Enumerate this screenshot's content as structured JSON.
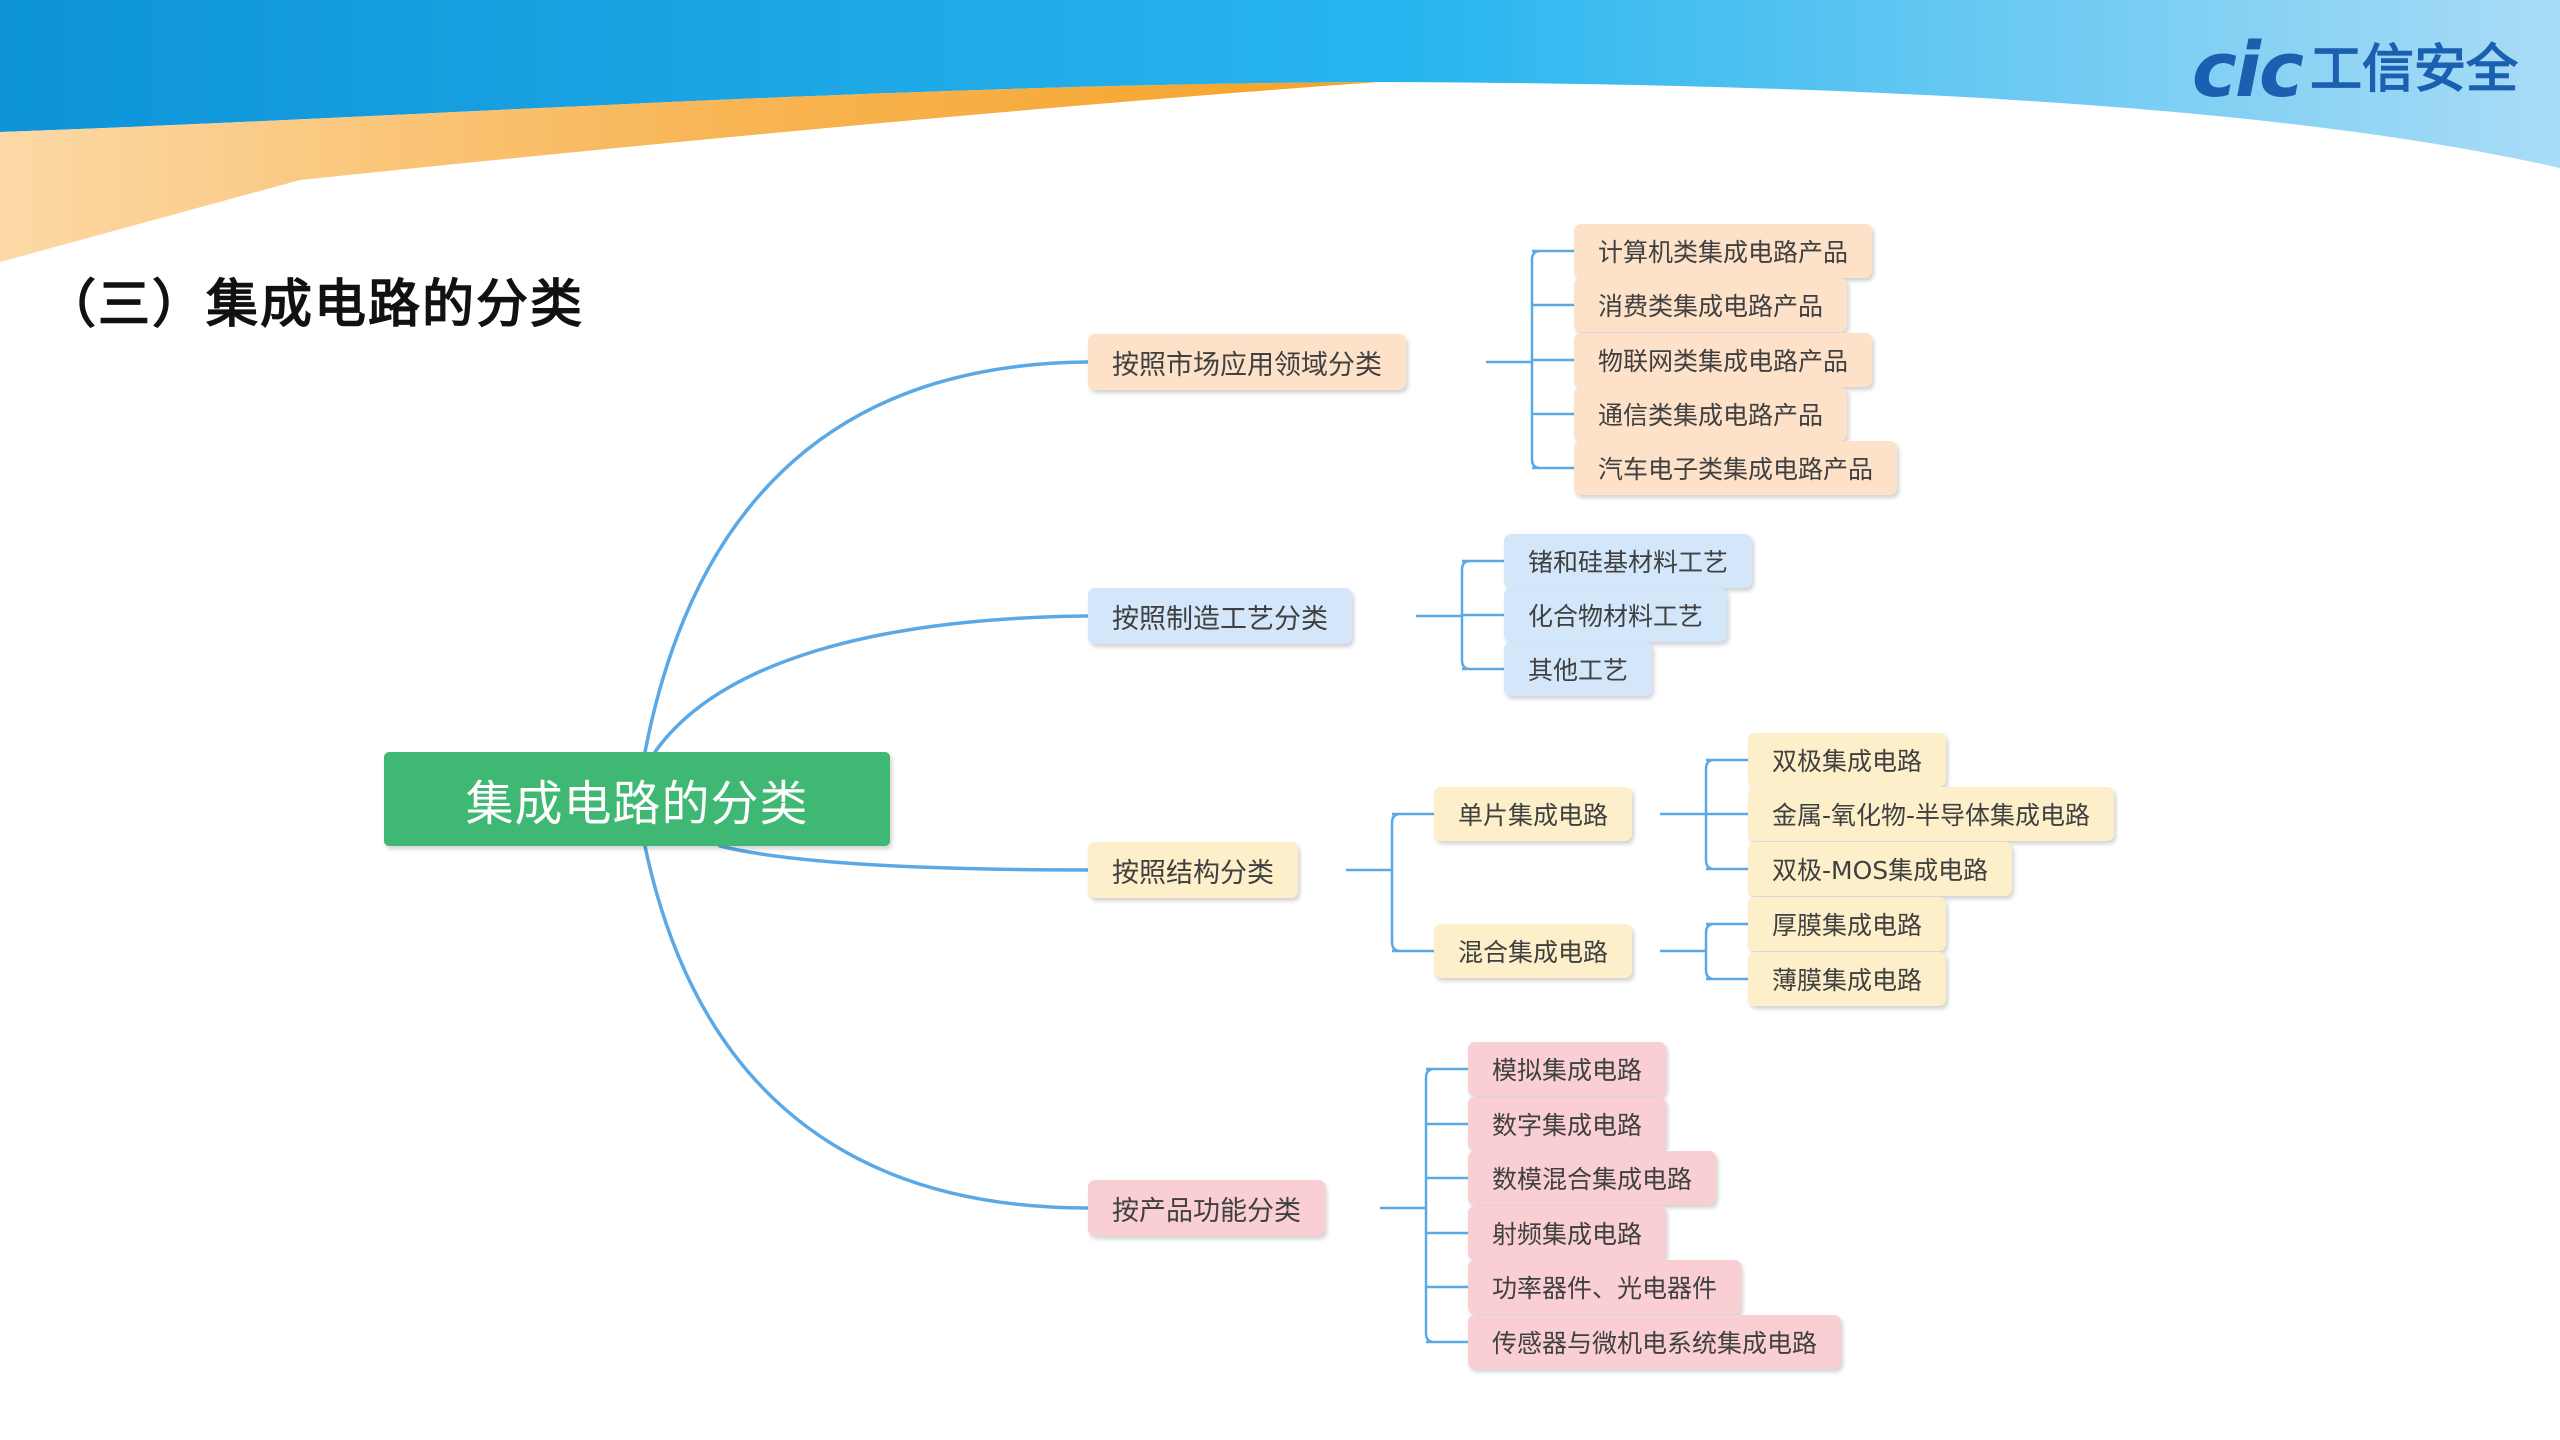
{
  "page": {
    "title": "（三）集成电路的分类",
    "brand": {
      "mark": "cic",
      "name": "工信安全"
    }
  },
  "mindmap": {
    "root": "集成电路的分类",
    "branches": [
      {
        "label": "按照市场应用领域分类",
        "color": "#fde1c9",
        "children": [
          "计算机类集成电路产品",
          "消费类集成电路产品",
          "物联网类集成电路产品",
          "通信类集成电路产品",
          "汽车电子类集成电路产品"
        ]
      },
      {
        "label": "按照制造工艺分类",
        "color": "#d3e6fa",
        "children": [
          "锗和硅基材料工艺",
          "化合物材料工艺",
          "其他工艺"
        ]
      },
      {
        "label": "按照结构分类",
        "color": "#fdefc9",
        "children": [
          {
            "label": "单片集成电路",
            "children": [
              "双极集成电路",
              "金属-氧化物-半导体集成电路",
              "双极-MOS集成电路"
            ]
          },
          {
            "label": "混合集成电路",
            "children": [
              "厚膜集成电路",
              "薄膜集成电路"
            ]
          }
        ]
      },
      {
        "label": "按产品功能分类",
        "color": "#f9cfd3",
        "children": [
          "模拟集成电路",
          "数字集成电路",
          "数模混合集成电路",
          "射频集成电路",
          "功率器件、光电器件",
          "传感器与微机电系统集成电路"
        ]
      }
    ]
  },
  "colors": {
    "root": "#3fb873",
    "connector": "#5aa9e6",
    "banner_blue": "#1aa6e6",
    "banner_orange": "#f5a623",
    "logo": "#1a5fb0"
  }
}
